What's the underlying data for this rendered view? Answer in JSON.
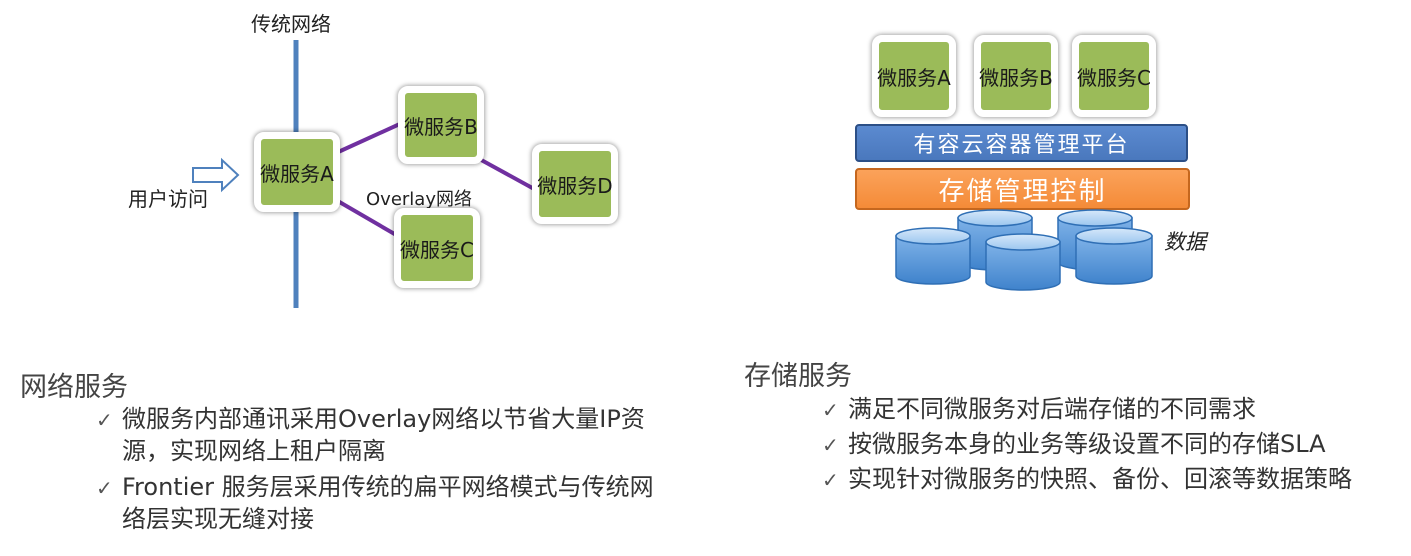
{
  "left_diagram": {
    "traditional_network_label": "传统网络",
    "user_access_label": "用户访问",
    "overlay_label": "Overlay网络",
    "nodes": {
      "a": "微服务A",
      "b": "微服务B",
      "c": "微服务C",
      "d": "微服务D"
    },
    "colors": {
      "node": "#9bbb59",
      "vline": "#4f81bd",
      "link": "#7030a0",
      "arrow": "#4f81bd"
    }
  },
  "right_diagram": {
    "services": [
      "微服务A",
      "微服务B",
      "微服务C"
    ],
    "platform_label": "有容云容器管理平台",
    "storage_control_label": "存储管理控制",
    "data_label": "数据",
    "colors": {
      "platform": "#4f81bd",
      "storage": "#f79646",
      "cylinder": "#5b9bd5"
    }
  },
  "network_section": {
    "title": "网络服务",
    "bullets": [
      "微服务内部通讯采用Overlay网络以节省大量IP资源，实现网络上租户隔离",
      "Frontier 服务层采用传统的扁平网络模式与传统网络层实现无缝对接"
    ]
  },
  "storage_section": {
    "title": "存储服务",
    "bullets": [
      "满足不同微服务对后端存储的不同需求",
      "按微服务本身的业务等级设置不同的存储SLA",
      "实现针对微服务的快照、备份、回滚等数据策略"
    ]
  },
  "check_mark": "✓"
}
